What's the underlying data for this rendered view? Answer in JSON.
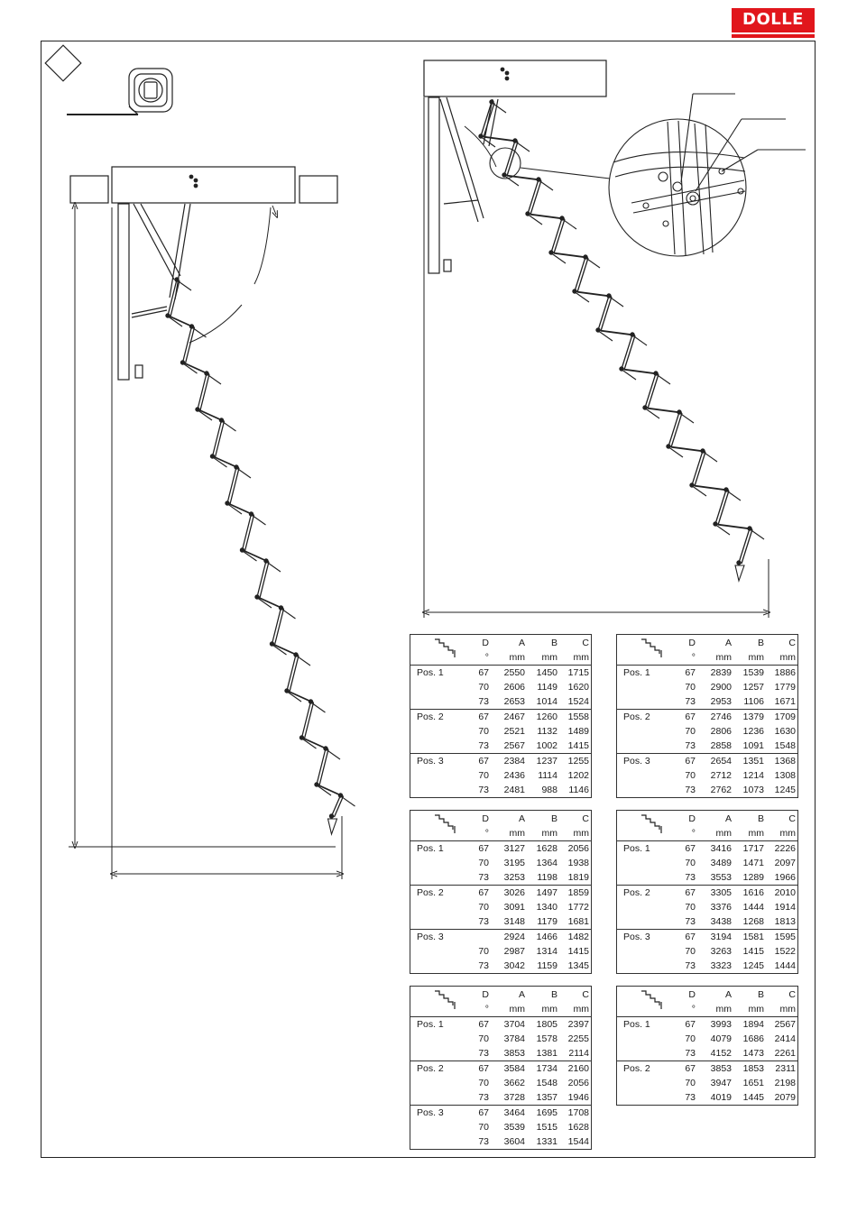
{
  "brand": {
    "name": "DOLLE",
    "color": "#e1161c"
  },
  "column_headers": {
    "labels": [
      "D",
      "A",
      "B",
      "C"
    ],
    "units": [
      "°",
      "mm",
      "mm",
      "mm"
    ]
  },
  "tables": [
    {
      "groups": [
        {
          "label": "Pos. 1",
          "rows": [
            [
              "67",
              "2550",
              "1450",
              "1715"
            ],
            [
              "70",
              "2606",
              "1149",
              "1620"
            ],
            [
              "73",
              "2653",
              "1014",
              "1524"
            ]
          ]
        },
        {
          "label": "Pos. 2",
          "rows": [
            [
              "67",
              "2467",
              "1260",
              "1558"
            ],
            [
              "70",
              "2521",
              "1132",
              "1489"
            ],
            [
              "73",
              "2567",
              "1002",
              "1415"
            ]
          ]
        },
        {
          "label": "Pos. 3",
          "rows": [
            [
              "67",
              "2384",
              "1237",
              "1255"
            ],
            [
              "70",
              "2436",
              "1114",
              "1202"
            ],
            [
              "73",
              "2481",
              "988",
              "1146"
            ]
          ]
        }
      ]
    },
    {
      "groups": [
        {
          "label": "Pos. 1",
          "rows": [
            [
              "67",
              "2839",
              "1539",
              "1886"
            ],
            [
              "70",
              "2900",
              "1257",
              "1779"
            ],
            [
              "73",
              "2953",
              "1106",
              "1671"
            ]
          ]
        },
        {
          "label": "Pos. 2",
          "rows": [
            [
              "67",
              "2746",
              "1379",
              "1709"
            ],
            [
              "70",
              "2806",
              "1236",
              "1630"
            ],
            [
              "73",
              "2858",
              "1091",
              "1548"
            ]
          ]
        },
        {
          "label": "Pos. 3",
          "rows": [
            [
              "67",
              "2654",
              "1351",
              "1368"
            ],
            [
              "70",
              "2712",
              "1214",
              "1308"
            ],
            [
              "73",
              "2762",
              "1073",
              "1245"
            ]
          ]
        }
      ]
    },
    {
      "groups": [
        {
          "label": "Pos. 1",
          "rows": [
            [
              "67",
              "3127",
              "1628",
              "2056"
            ],
            [
              "70",
              "3195",
              "1364",
              "1938"
            ],
            [
              "73",
              "3253",
              "1198",
              "1819"
            ]
          ]
        },
        {
          "label": "Pos. 2",
          "rows": [
            [
              "67",
              "3026",
              "1497",
              "1859"
            ],
            [
              "70",
              "3091",
              "1340",
              "1772"
            ],
            [
              "73",
              "3148",
              "1179",
              "1681"
            ]
          ]
        },
        {
          "label": "Pos. 3",
          "rows": [
            [
              "",
              "2924",
              "1466",
              "1482"
            ],
            [
              "70",
              "2987",
              "1314",
              "1415"
            ],
            [
              "73",
              "3042",
              "1159",
              "1345"
            ]
          ]
        }
      ]
    },
    {
      "groups": [
        {
          "label": "Pos. 1",
          "rows": [
            [
              "67",
              "3416",
              "1717",
              "2226"
            ],
            [
              "70",
              "3489",
              "1471",
              "2097"
            ],
            [
              "73",
              "3553",
              "1289",
              "1966"
            ]
          ]
        },
        {
          "label": "Pos. 2",
          "rows": [
            [
              "67",
              "3305",
              "1616",
              "2010"
            ],
            [
              "70",
              "3376",
              "1444",
              "1914"
            ],
            [
              "73",
              "3438",
              "1268",
              "1813"
            ]
          ]
        },
        {
          "label": "Pos. 3",
          "rows": [
            [
              "67",
              "3194",
              "1581",
              "1595"
            ],
            [
              "70",
              "3263",
              "1415",
              "1522"
            ],
            [
              "73",
              "3323",
              "1245",
              "1444"
            ]
          ]
        }
      ]
    },
    {
      "groups": [
        {
          "label": "Pos. 1",
          "rows": [
            [
              "67",
              "3704",
              "1805",
              "2397"
            ],
            [
              "70",
              "3784",
              "1578",
              "2255"
            ],
            [
              "73",
              "3853",
              "1381",
              "2114"
            ]
          ]
        },
        {
          "label": "Pos. 2",
          "rows": [
            [
              "67",
              "3584",
              "1734",
              "2160"
            ],
            [
              "70",
              "3662",
              "1548",
              "2056"
            ],
            [
              "73",
              "3728",
              "1357",
              "1946"
            ]
          ]
        },
        {
          "label": "Pos. 3",
          "rows": [
            [
              "67",
              "3464",
              "1695",
              "1708"
            ],
            [
              "70",
              "3539",
              "1515",
              "1628"
            ],
            [
              "73",
              "3604",
              "1331",
              "1544"
            ]
          ]
        }
      ]
    },
    {
      "groups": [
        {
          "label": "Pos. 1",
          "rows": [
            [
              "67",
              "3993",
              "1894",
              "2567"
            ],
            [
              "70",
              "4079",
              "1686",
              "2414"
            ],
            [
              "73",
              "4152",
              "1473",
              "2261"
            ]
          ]
        },
        {
          "label": "Pos. 2",
          "rows": [
            [
              "67",
              "3853",
              "1853",
              "2311"
            ],
            [
              "70",
              "3947",
              "1651",
              "2198"
            ],
            [
              "73",
              "4019",
              "1445",
              "2079"
            ]
          ]
        }
      ]
    }
  ],
  "icons": {
    "symbol": "diamond-icon",
    "tape": "tape-measure-icon",
    "stairs": "stair-step-icon",
    "detail": "hinge-detail-icon"
  }
}
